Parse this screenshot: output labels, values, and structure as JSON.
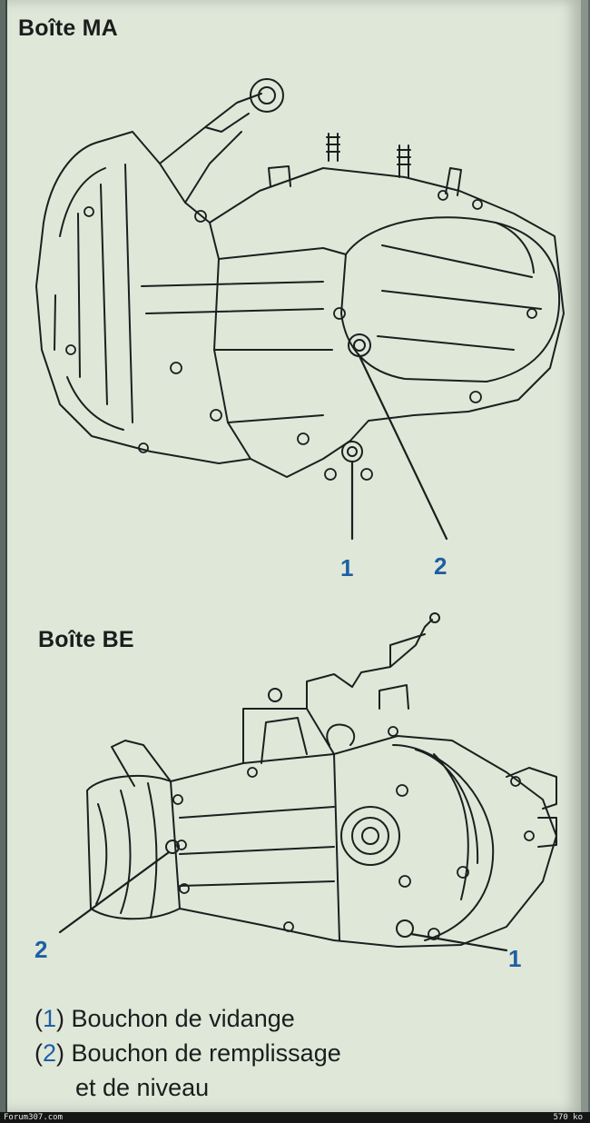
{
  "sections": {
    "ma": {
      "title": "Boîte MA",
      "callouts": [
        "1",
        "2"
      ]
    },
    "be": {
      "title": "Boîte BE",
      "callouts": [
        "2",
        "1"
      ]
    }
  },
  "legend": {
    "items": [
      {
        "open": "(",
        "num": "1",
        "close": ")",
        "text": "Bouchon de vidange"
      },
      {
        "open": "(",
        "num": "2",
        "close": ")",
        "text": "Bouchon de remplissage"
      }
    ],
    "continuation": "et de niveau"
  },
  "footer": {
    "site": "Forum307.com",
    "size": "570 ko"
  },
  "colors": {
    "callout": "#1e5fa3",
    "line": "#1c1f1e",
    "paper": "#dfe7d9"
  },
  "icons": [
    "gearbox-ma-drawing",
    "gearbox-be-drawing"
  ]
}
